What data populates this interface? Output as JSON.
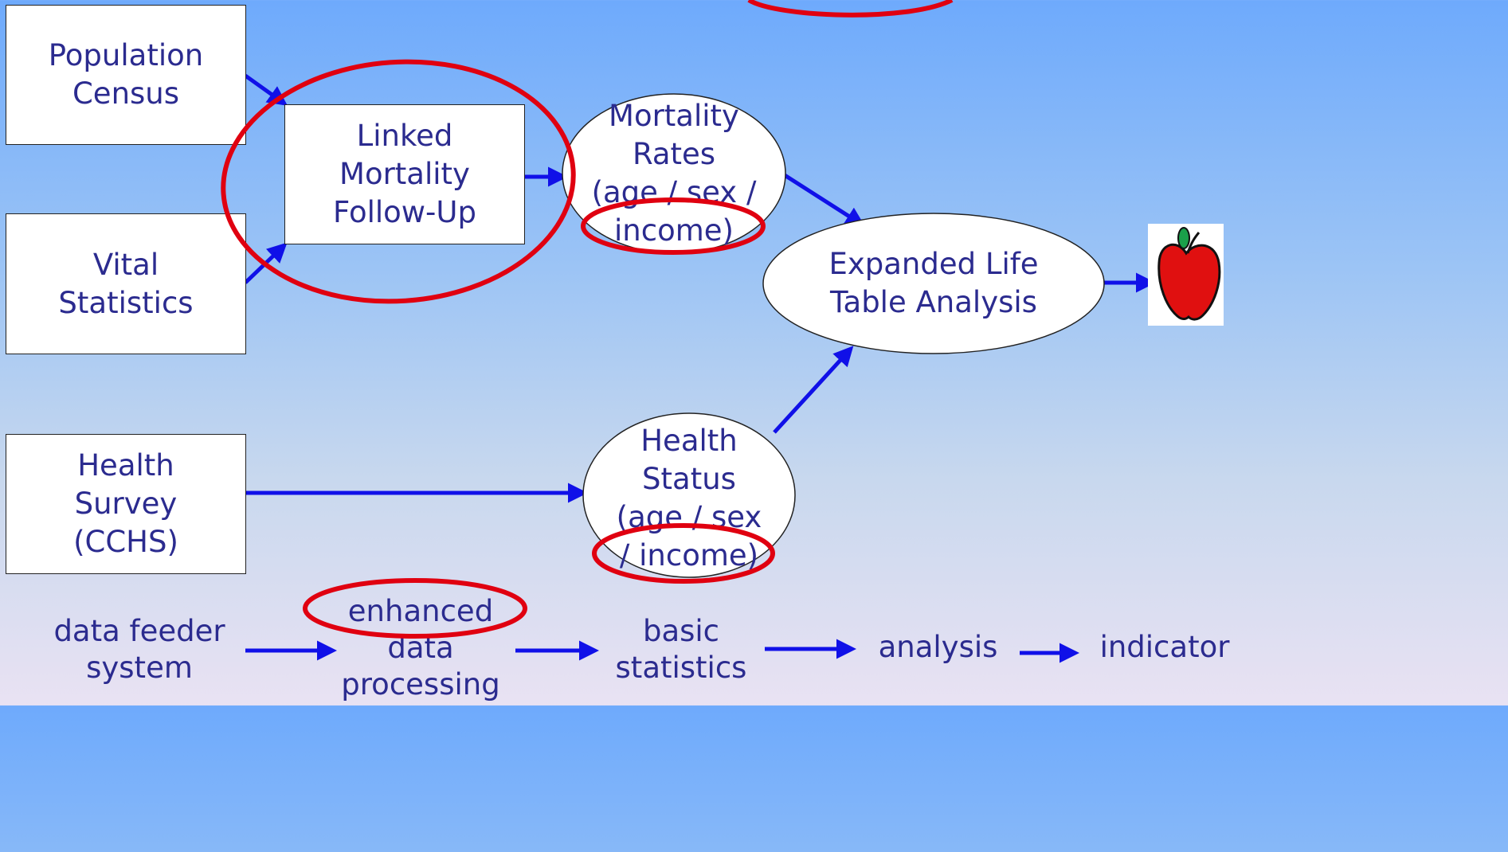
{
  "nodes": {
    "population_census": [
      "Population",
      "Census"
    ],
    "vital_statistics": [
      "Vital",
      "Statistics"
    ],
    "health_survey": [
      "Health",
      "Survey",
      "(CCHS)"
    ],
    "linked_mortality": [
      "Linked",
      "Mortality",
      "Follow-Up"
    ],
    "mortality_rates": [
      "Mortality",
      "Rates",
      "(age / sex /",
      "income)"
    ],
    "health_status": [
      "Health",
      "Status",
      "(age / sex",
      "/ income)"
    ],
    "expanded_life_table": [
      "Expanded Life",
      "Table Analysis"
    ]
  },
  "legend": {
    "data_feeder": [
      "data feeder",
      "system"
    ],
    "enhanced": [
      "enhanced",
      "data",
      "processing"
    ],
    "basic": [
      "basic",
      "statistics"
    ],
    "analysis": "analysis",
    "indicator": "indicator"
  },
  "colors": {
    "arrow": "#1010e8",
    "highlight": "#e00010",
    "text": "#2b2b8f"
  },
  "icons": {
    "outcome": "apple-icon"
  }
}
